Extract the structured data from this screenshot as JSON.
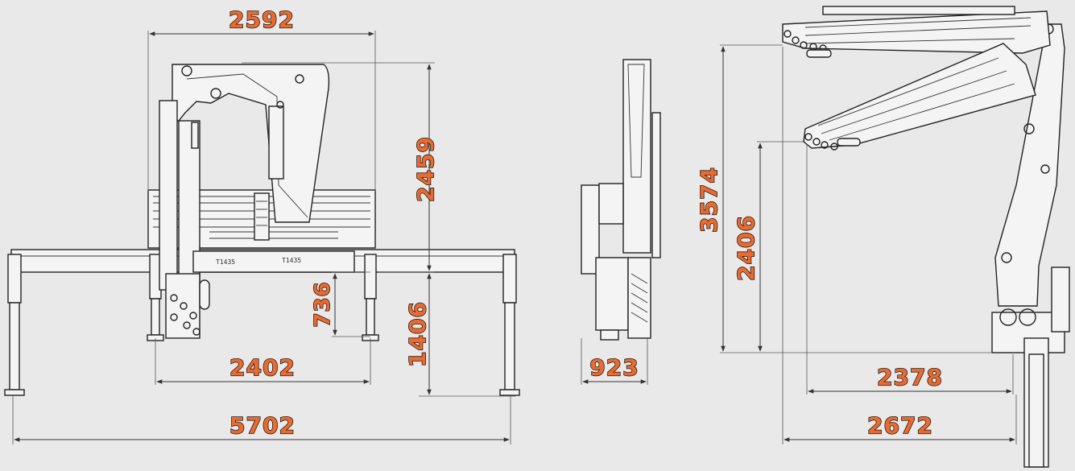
{
  "dimensions": {
    "top_width": "2592",
    "height_column": "2459",
    "height_low": "1406",
    "leg_height": "736",
    "inner_span": "2402",
    "total_span": "5702",
    "side_width": "923",
    "reach_height": "3574",
    "reach_height_low": "2406",
    "reach_2378": "2378",
    "reach_2672": "2672"
  },
  "markings": {
    "badge_left": "T1435",
    "badge_right": "T1435"
  },
  "colors": {
    "background": "#e9e9ea",
    "dimension_text": "#ec6a2e",
    "line": "#222222"
  }
}
